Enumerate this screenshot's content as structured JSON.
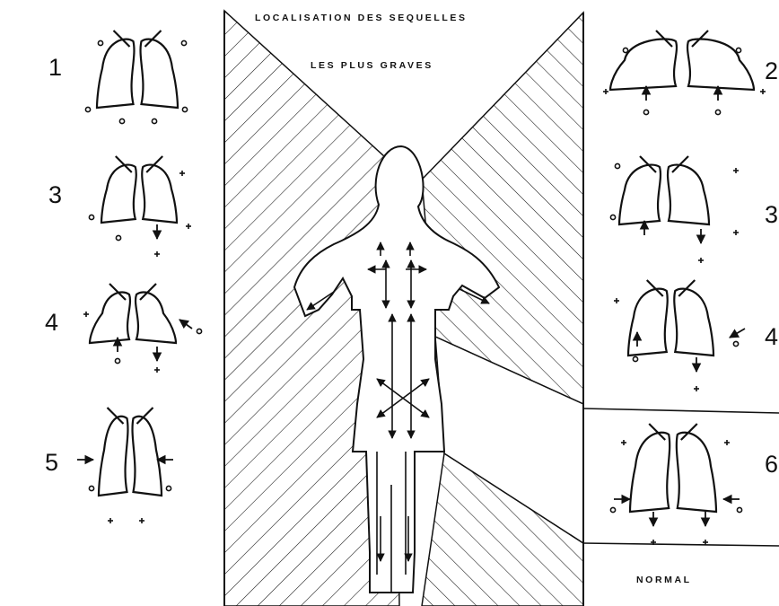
{
  "title_line1": "LOCALISATION DES SEQUELLES",
  "title_line2": "LES PLUS GRAVES",
  "footer_label": "NORMAL",
  "left_numbers": [
    "1",
    "3",
    "4",
    "5"
  ],
  "right_numbers": [
    "2",
    "3",
    "4",
    "6"
  ],
  "colors": {
    "ink": "#111111",
    "paper": "#ffffff"
  }
}
